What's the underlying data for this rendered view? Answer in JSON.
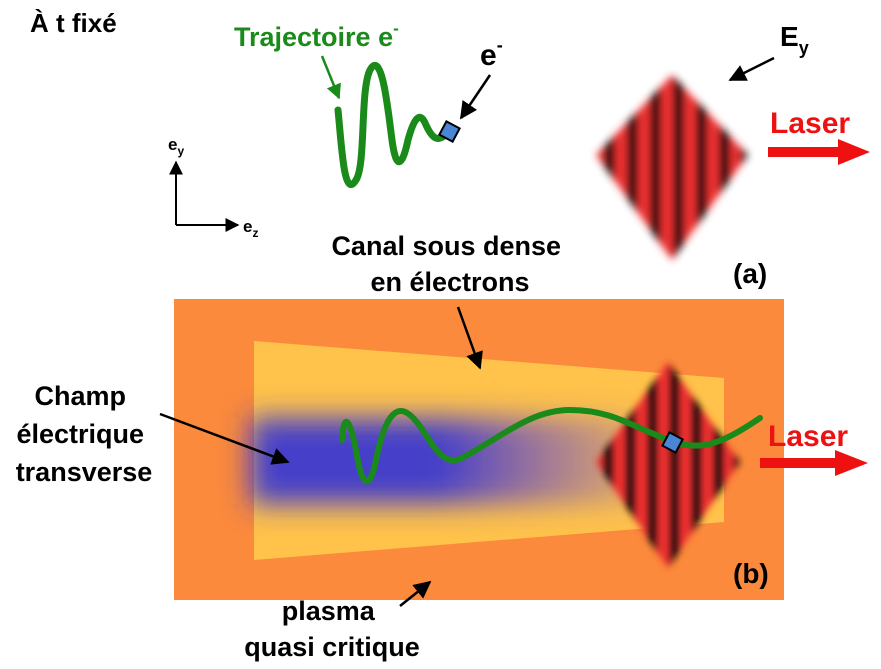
{
  "labels": {
    "a_t_fixe": "À t fixé",
    "trajectoire": "Trajectoire e",
    "trajectoire_sup": "-",
    "electron": "e",
    "electron_sup": "-",
    "field": "E",
    "field_sub": "y",
    "laser_a": "Laser",
    "laser_b": "Laser",
    "axis_y": "e",
    "axis_y_sub": "y",
    "axis_z": "e",
    "axis_z_sub": "z",
    "canal_line1": "Canal sous dense",
    "canal_line2": "en électrons",
    "panel_a": "(a)",
    "panel_b": "(b)",
    "champ_line1": "Champ",
    "champ_line2": "électrique",
    "champ_line3": "transverse",
    "plasma_line1": "plasma",
    "plasma_line2": "quasi critique"
  },
  "colors": {
    "trajectory": "#1a8a1a",
    "trajectory_label": "#1a8a1a",
    "laser": "#ee1111",
    "plasma": "#fb8a3c",
    "channel": "#ffc24a",
    "field": "#2a2ae0",
    "electron": "#4a86d6",
    "pulse_red": "#f03030",
    "pulse_dark": "#111111"
  }
}
